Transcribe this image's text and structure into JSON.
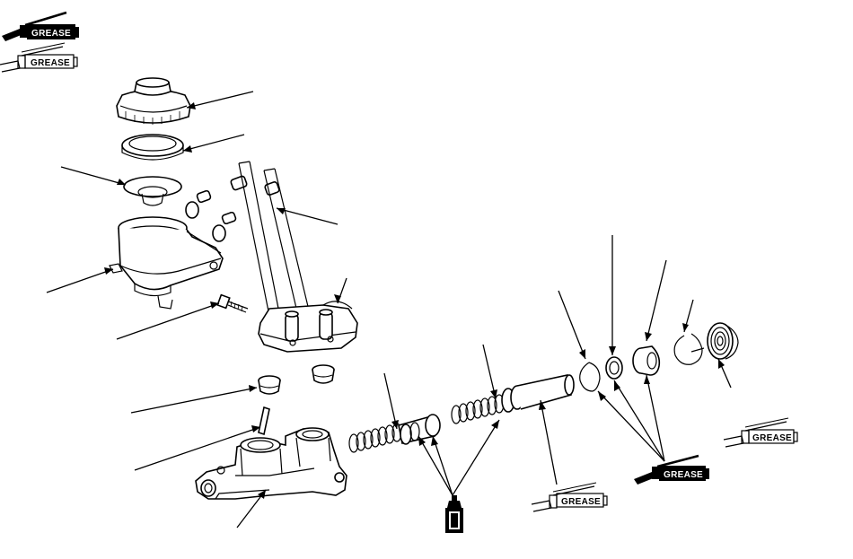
{
  "legend": {
    "grease_dark_label": "GREASE",
    "grease_light_label": "GREASE"
  },
  "callouts": {
    "grease_right_label": "GREASE",
    "grease_piston_label": "GREASE",
    "grease_seals_label": "GREASE"
  },
  "colors": {
    "ink": "#000000",
    "paper": "#ffffff"
  },
  "icons": [
    "grease-tube-dark-icon",
    "grease-tube-light-icon",
    "spray-can-icon"
  ]
}
